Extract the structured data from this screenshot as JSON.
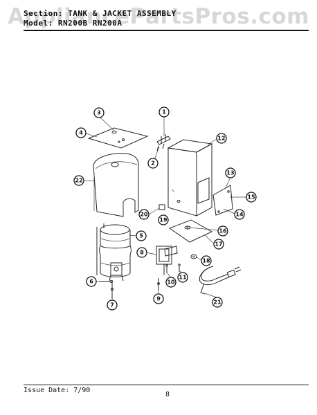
{
  "header": {
    "section_line": "Section:  TANK & JACKET ASSEMBLY",
    "model_line": "Model:  RN200B  RN200A"
  },
  "watermark": "AppliancePartsPros.com",
  "footer": {
    "issue_date": "Issue Date: 7/90",
    "page_number": "8"
  },
  "callouts": [
    "1",
    "2",
    "3",
    "4",
    "5",
    "6",
    "7",
    "8",
    "9",
    "10",
    "11",
    "12",
    "13",
    "14",
    "15",
    "16",
    "17",
    "18",
    "19",
    "20",
    "21",
    "22"
  ]
}
